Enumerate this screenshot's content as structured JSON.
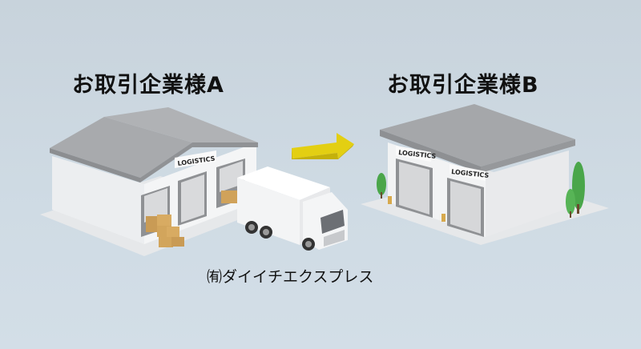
{
  "labels": {
    "company_a": "お取引企業様A",
    "company_b": "お取引企業様B",
    "carrier": "㈲ダイイチエクスプレス"
  },
  "signs": {
    "a_sign": "LOGISTICS",
    "b_sign_1": "LOGISTICS",
    "b_sign_2": "LOGISTICS"
  },
  "colors": {
    "background": "#cbd7e0",
    "arrow": "#e6d214",
    "roof": "#a3a5a8",
    "wall": "#f1f2f3",
    "tree": "#4aa64a",
    "box": "#d2a55c"
  }
}
